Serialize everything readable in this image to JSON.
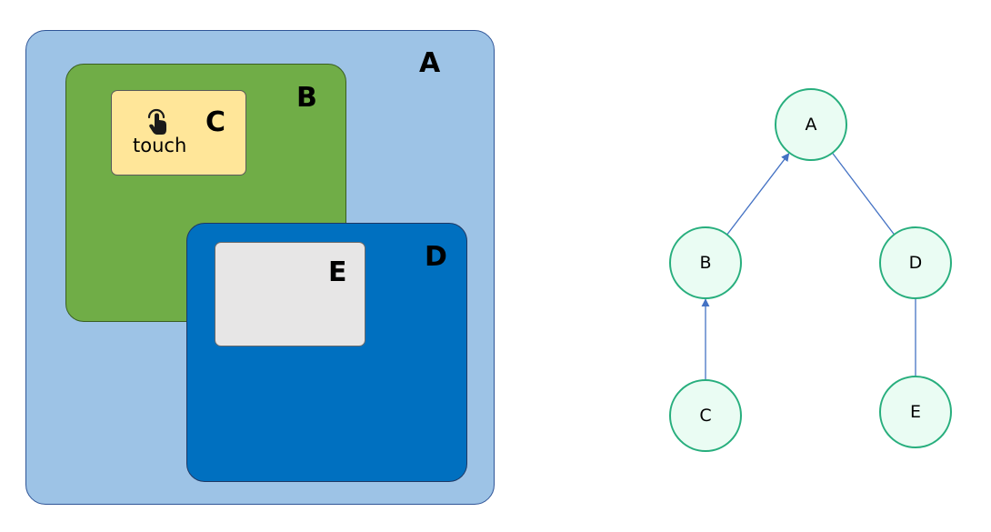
{
  "layout_diagram": {
    "boxes": {
      "a": {
        "label": "A",
        "color": "#9dc3e6"
      },
      "b": {
        "label": "B",
        "color": "#70ad47"
      },
      "c": {
        "label": "C",
        "color": "#ffe699",
        "gesture_text": "touch",
        "gesture_icon": "touch-hand-icon"
      },
      "d": {
        "label": "D",
        "color": "#0070c0"
      },
      "e": {
        "label": "E",
        "color": "#e7e6e6"
      }
    }
  },
  "tree": {
    "node_stroke_color": "#27ae7d",
    "node_fill_color": "#eafcf3",
    "edge_color": "#4472c4",
    "nodes": [
      {
        "id": "A",
        "label": "A"
      },
      {
        "id": "B",
        "label": "B"
      },
      {
        "id": "D",
        "label": "D"
      },
      {
        "id": "C",
        "label": "C"
      },
      {
        "id": "E",
        "label": "E"
      }
    ],
    "edges": [
      {
        "from": "B",
        "to": "A",
        "arrow": true
      },
      {
        "from": "D",
        "to": "A",
        "arrow": false
      },
      {
        "from": "C",
        "to": "B",
        "arrow": true
      },
      {
        "from": "E",
        "to": "D",
        "arrow": false
      }
    ]
  }
}
